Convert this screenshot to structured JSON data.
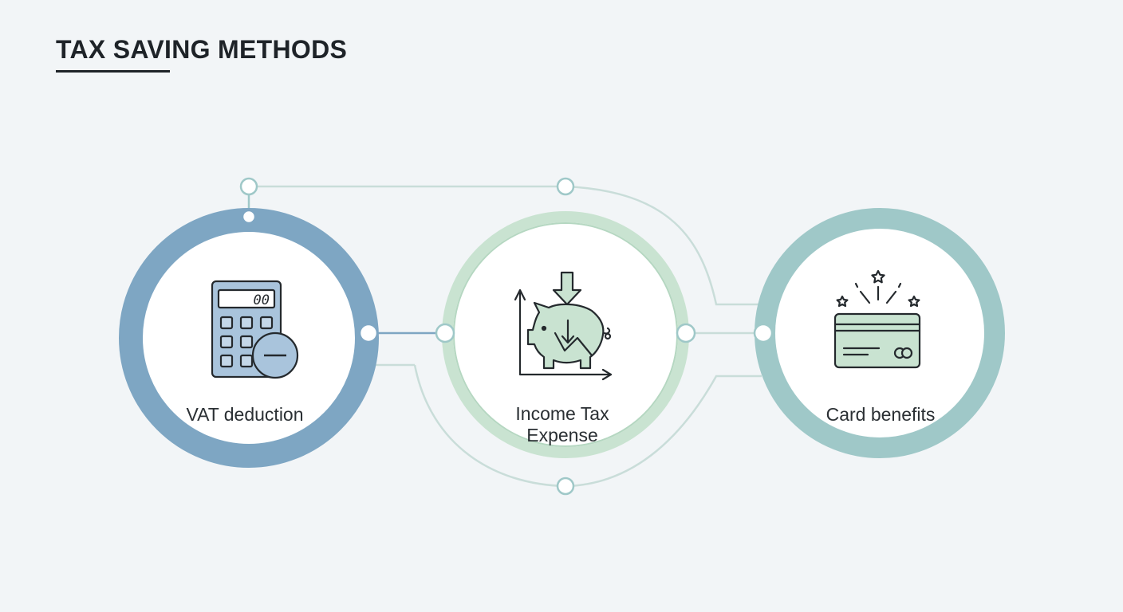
{
  "title": "TAX SAVING METHODS",
  "colors": {
    "background": "#f2f5f7",
    "blue": "#7ea6c3",
    "green": "#c9e3d1",
    "teal": "#9fc8c8",
    "connector": "#c9ddd9",
    "icon_stroke": "#24292d"
  },
  "steps": [
    {
      "label": "VAT deduction",
      "icon": "calculator-minus-icon",
      "color": "#7ea6c3"
    },
    {
      "label": "Income Tax\nExpense",
      "icon": "piggy-bank-chart-icon",
      "color": "#c9e3d1"
    },
    {
      "label": "Card benefits",
      "icon": "credit-card-sparkle-icon",
      "color": "#9fc8c8"
    }
  ],
  "calculator_display": "00"
}
